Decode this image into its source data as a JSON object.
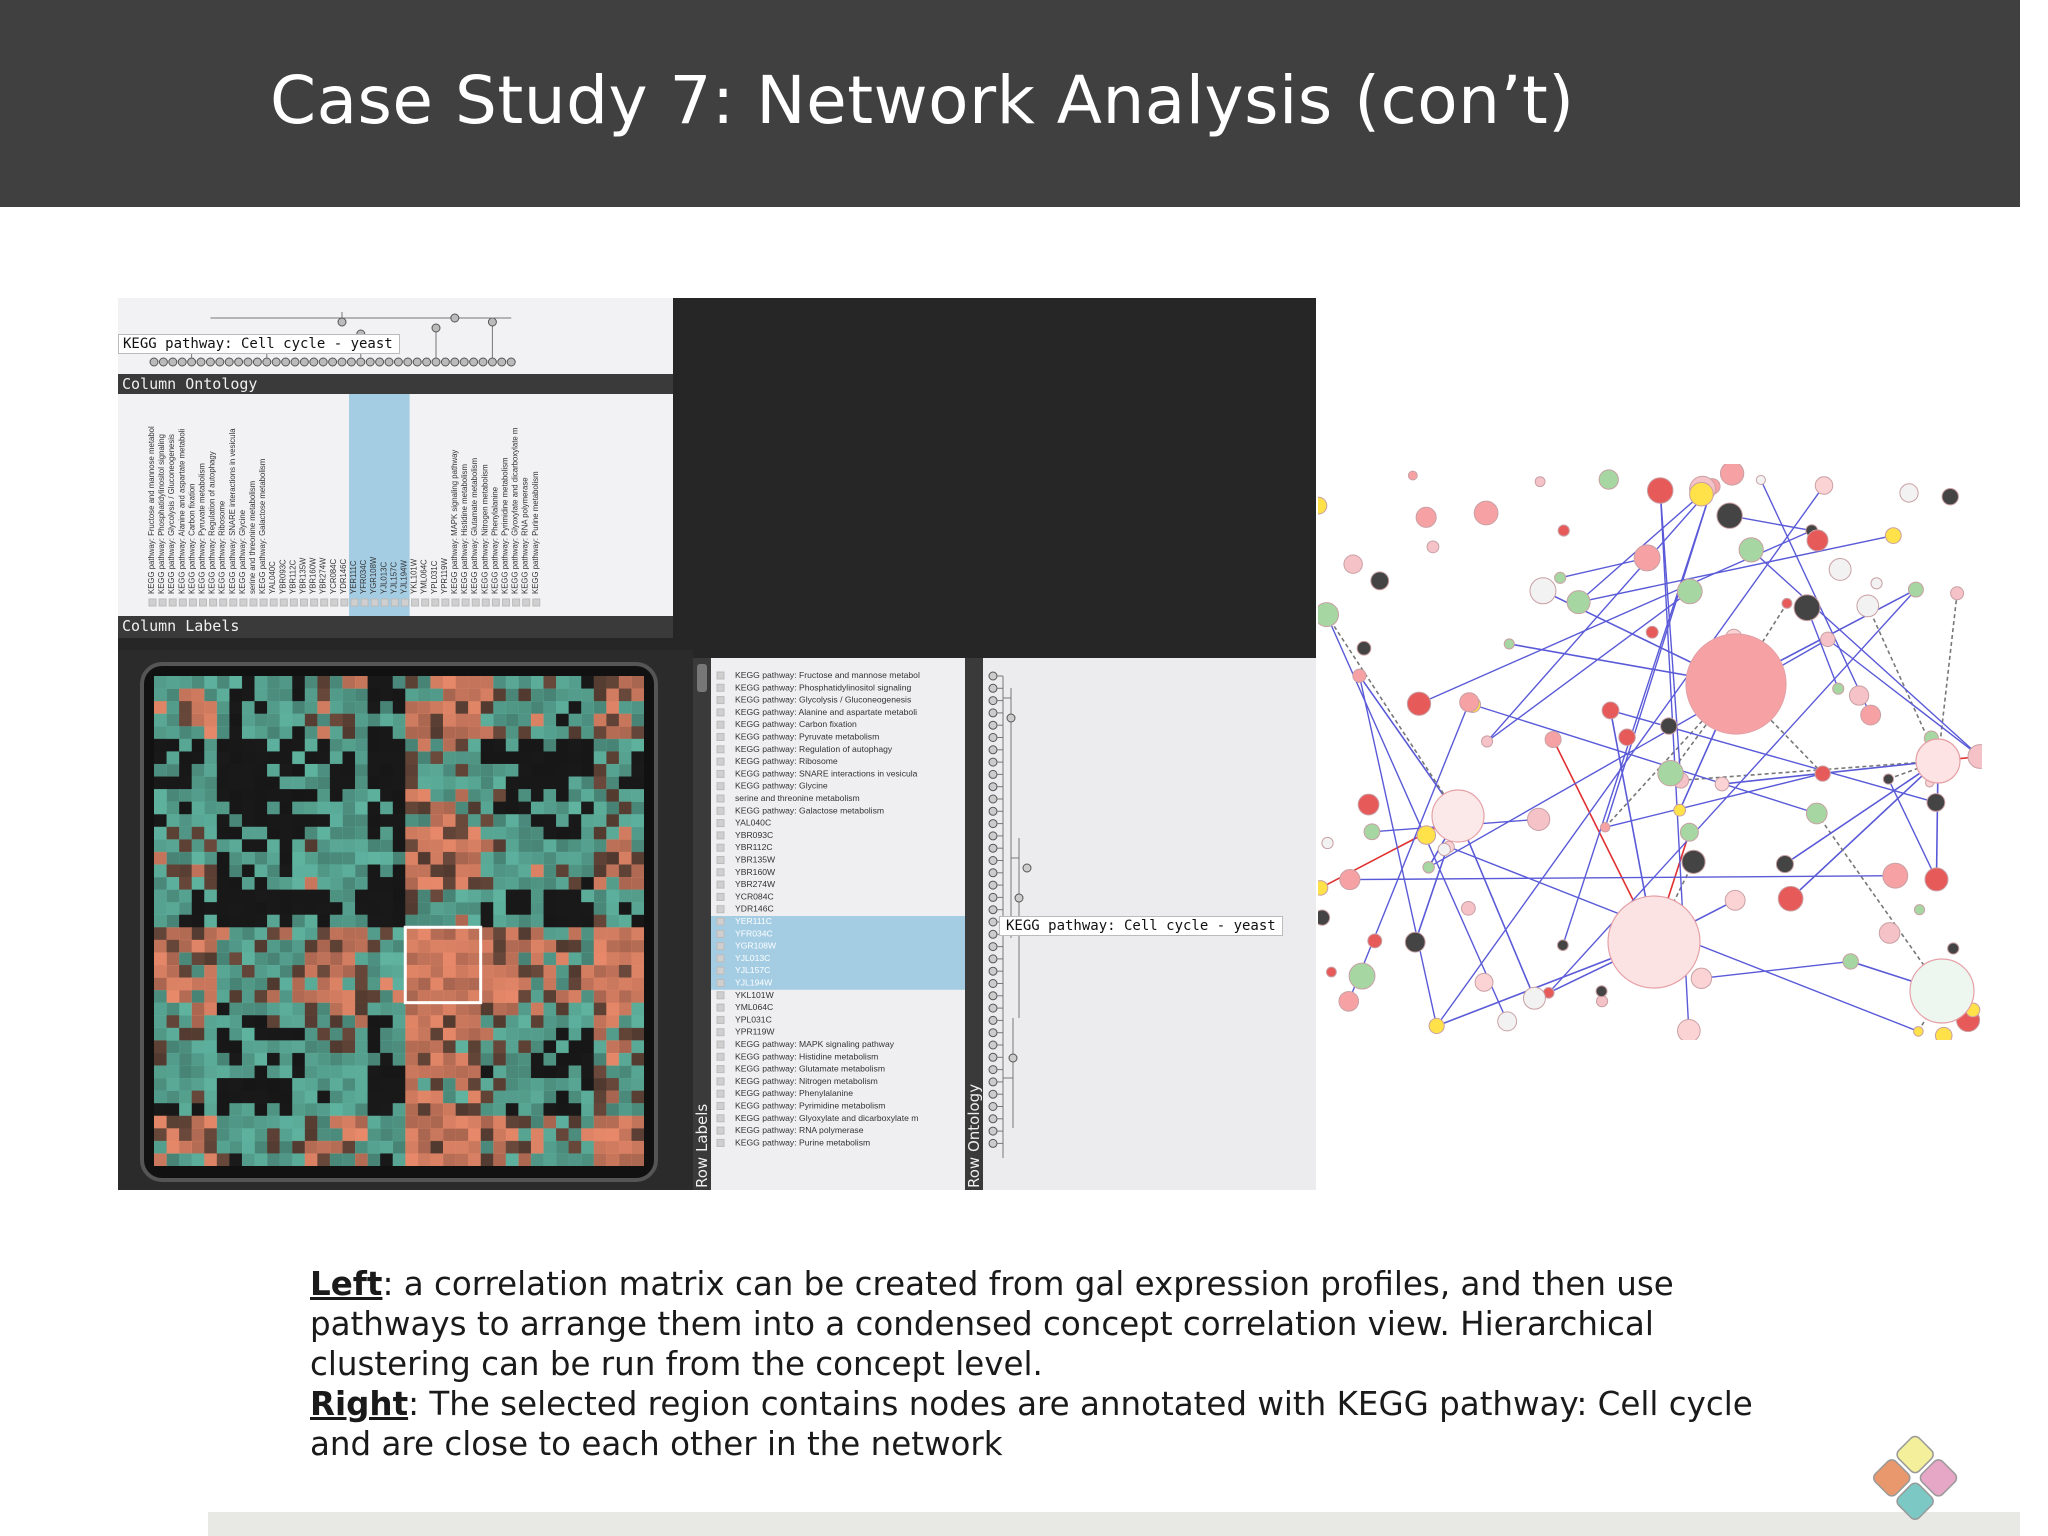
{
  "slide": {
    "title": "Case Study 7: Network Analysis (con’t)"
  },
  "screenshot": {
    "top_tooltip": "KEGG pathway: Cell cycle - yeast",
    "column_ontology_label": "Column Ontology",
    "column_labels_label": "Column Labels",
    "row_labels_label": "Row Labels",
    "row_ontology_label": "Row Ontology",
    "right_tooltip": "KEGG pathway: Cell cycle - yeast",
    "row_labels": [
      "KEGG pathway: Fructose and mannose metabol",
      "KEGG pathway: Phosphatidylinositol signaling",
      "KEGG pathway: Glycolysis / Gluconeogenesis",
      "KEGG pathway: Alanine and aspartate metaboli",
      "KEGG pathway: Carbon fixation",
      "KEGG pathway: Pyruvate metabolism",
      "KEGG pathway: Regulation of autophagy",
      "KEGG pathway: Ribosome",
      "KEGG pathway: SNARE interactions in vesicula",
      "KEGG pathway: Glycine",
      "serine and threonine metabolism",
      "KEGG pathway: Galactose metabolism",
      "YAL040C",
      "YBR093C",
      "YBR112C",
      "YBR135W",
      "YBR160W",
      "YBR274W",
      "YCR084C",
      "YDR146C",
      "YER111C",
      "YFR034C",
      "YGR108W",
      "YJL013C",
      "YJL157C",
      "YJL194W",
      "YKL101W",
      "YML064C",
      "YPL031C",
      "YPR119W",
      "KEGG pathway: MAPK signaling pathway",
      "KEGG pathway: Histidine metabolism",
      "KEGG pathway: Glutamate metabolism",
      "KEGG pathway: Nitrogen metabolism",
      "KEGG pathway: Phenylalanine",
      "KEGG pathway: Pyrimidine metabolism",
      "KEGG pathway: Glyoxylate and dicarboxylate m",
      "KEGG pathway: RNA polymerase",
      "KEGG pathway: Purine metabolism"
    ],
    "highlight_rows": [
      20,
      25
    ],
    "colors": {
      "salmon": "#e8896a",
      "teal": "#5fb4a0",
      "highlight_blue": "#a4cde4",
      "dark": "#1a1a1a"
    }
  },
  "caption": {
    "left_label": "Left",
    "left_text": ": a correlation matrix can be created from gal expression profiles, and then use pathways to arrange them into a condensed concept correlation view. Hierarchical clustering can be run from the concept level.",
    "right_label": "Right",
    "right_text": ": The selected region contains nodes are annotated with KEGG pathway: Cell cycle and are close to each other in the network"
  }
}
